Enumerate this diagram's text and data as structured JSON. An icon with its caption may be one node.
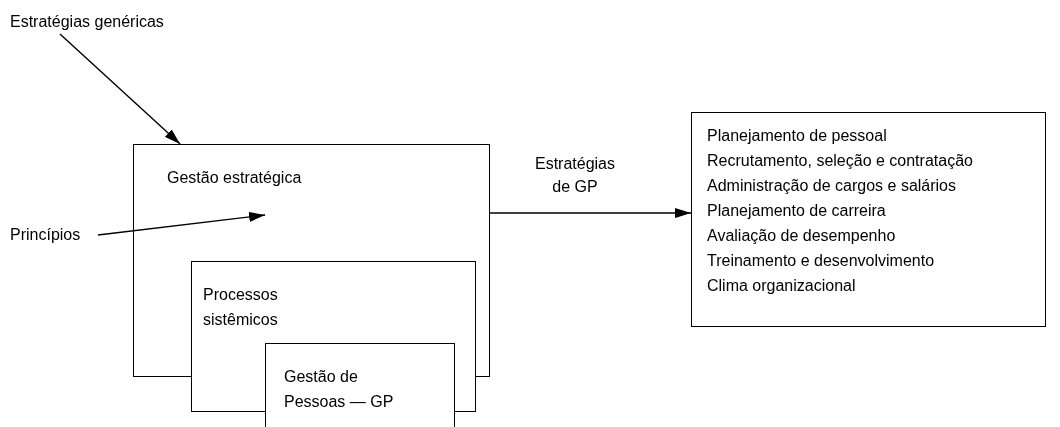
{
  "diagram": {
    "nodes": [
      {
        "text": [
          "Estratégias genéricas"
        ]
      },
      {
        "text": [
          "Gestão estratégica"
        ]
      },
      {
        "text": [
          "Princípios"
        ]
      },
      {
        "text": [
          "Processos sistêmicos"
        ]
      },
      {
        "text": [
          "Gestão de Pessoas — GP"
        ]
      },
      {
        "text": [
          "Planejamento de pessoal",
          "Recrutamento, seleção e contratação",
          "Administração de cargos e salários",
          "Planejamento de carreira",
          "Avaliação de desempenho",
          "Treinamento e desenvolvimento",
          "Clima organizacional"
        ]
      }
    ],
    "edges": [
      {
        "from": 0,
        "to": 1,
        "arrow": "to"
      },
      {
        "from": 2,
        "to": 1,
        "arrow": "to"
      },
      {
        "from": 1,
        "to": 5,
        "arrow": "to",
        "label": "Estratégias de GP"
      }
    ]
  }
}
